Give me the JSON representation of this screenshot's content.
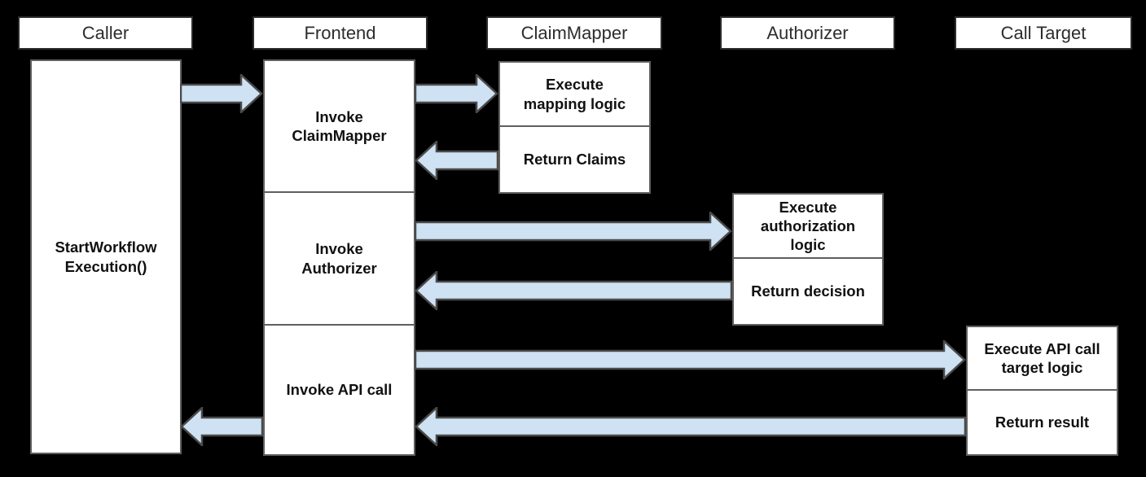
{
  "diagram": {
    "type": "sequence-flow",
    "headers": {
      "caller": "Caller",
      "frontend": "Frontend",
      "claim_mapper": "ClaimMapper",
      "authorizer": "Authorizer",
      "call_target": "Call Target"
    },
    "nodes": {
      "caller_action": "StartWorkflow\nExecution()",
      "frontend_step1": "Invoke\nClaimMapper",
      "frontend_step2": "Invoke\nAuthorizer",
      "frontend_step3": "Invoke API call",
      "claim_mapper_exec": "Execute\nmapping logic",
      "claim_mapper_return": "Return Claims",
      "authorizer_exec": "Execute\nauthorization\nlogic",
      "authorizer_return": "Return decision",
      "call_target_exec": "Execute API call\ntarget logic",
      "call_target_return": "Return result"
    },
    "edges": [
      {
        "from": "Caller",
        "to": "Frontend"
      },
      {
        "from": "Frontend",
        "to": "ClaimMapper"
      },
      {
        "from": "ClaimMapper",
        "to": "Frontend"
      },
      {
        "from": "Frontend",
        "to": "Authorizer"
      },
      {
        "from": "Authorizer",
        "to": "Frontend"
      },
      {
        "from": "Frontend",
        "to": "Call Target"
      },
      {
        "from": "Call Target",
        "to": "Frontend"
      },
      {
        "from": "Frontend",
        "to": "Caller"
      }
    ]
  },
  "colors": {
    "background": "#000000",
    "box_fill": "#ffffff",
    "box_border": "#5f5f5f",
    "header_border": "#2b2b2b",
    "header_text": "#2d2d2d",
    "node_text": "#111111",
    "arrow_fill": "#cfe2f3",
    "arrow_outline": "#4a4a4a"
  }
}
